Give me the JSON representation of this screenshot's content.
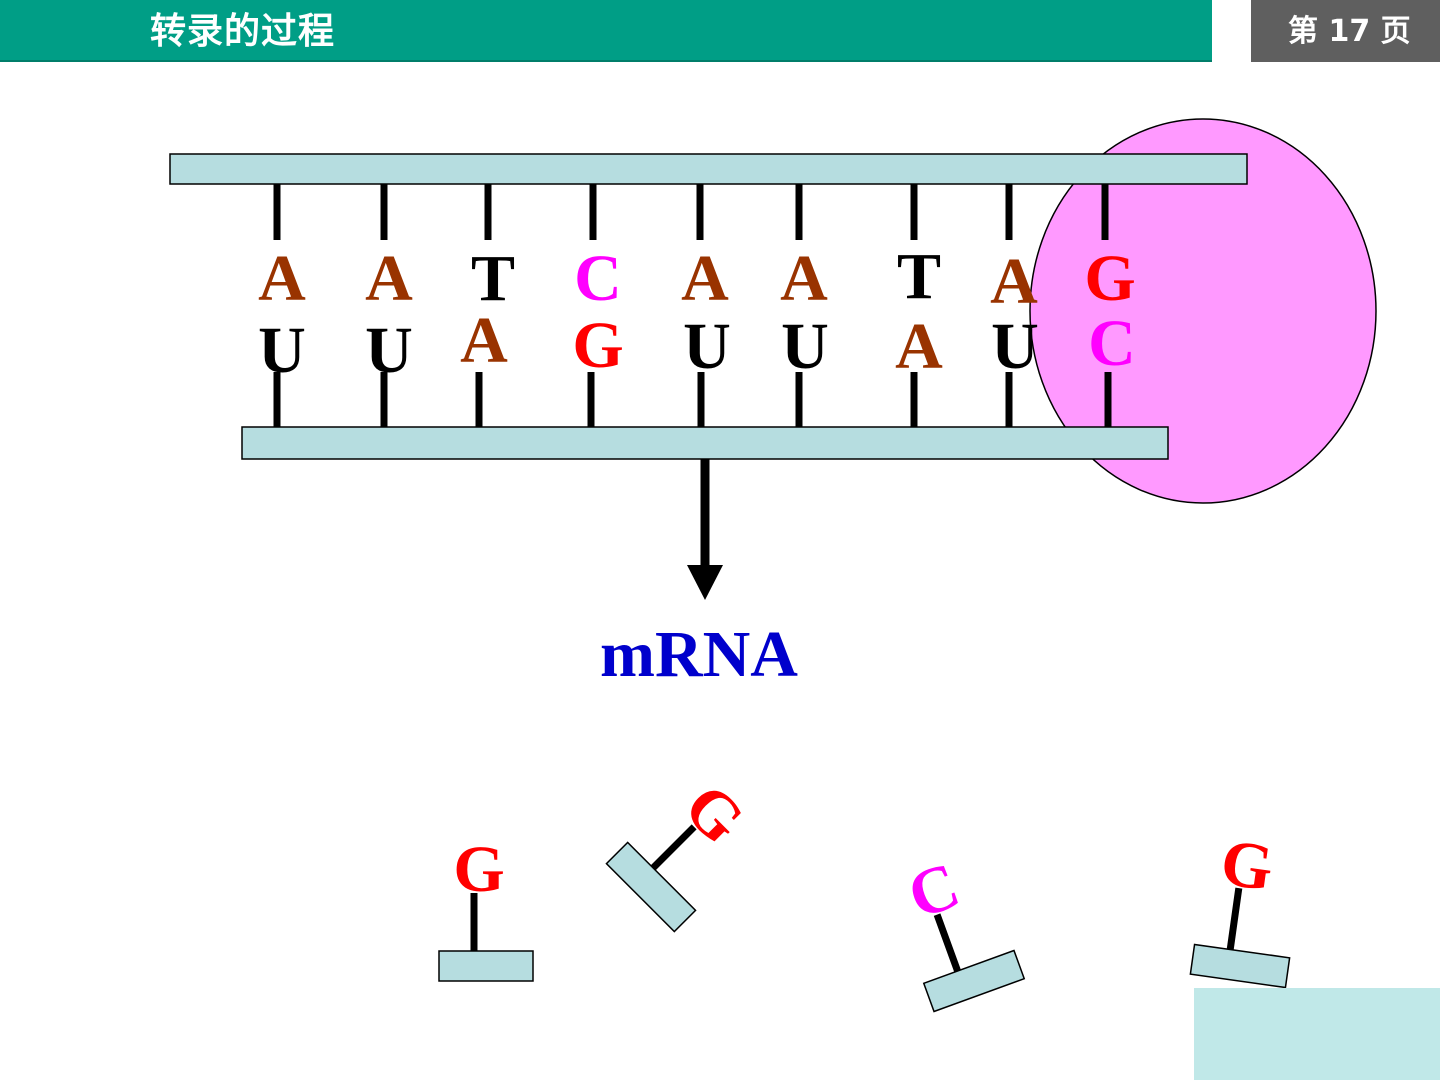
{
  "header": {
    "title": "转录的过程",
    "page_number": "第 17 页"
  },
  "colors": {
    "header_bg": "#009e86",
    "page_box_bg": "#5f5f5f",
    "strand_fill": "#b6dde0",
    "enzyme_fill": "#ff99ff",
    "A": "#993300",
    "T": "#000000",
    "U": "#000000",
    "C": "#ff00ff",
    "G": "#ff0000",
    "label": "#0000cc"
  },
  "diagram": {
    "template_strand_bases": [
      "A",
      "A",
      "T",
      "C",
      "A",
      "A",
      "T",
      "A",
      "G"
    ],
    "rna_strand_bases": [
      "U",
      "U",
      "A",
      "G",
      "U",
      "U",
      "A",
      "U",
      "C"
    ],
    "product_label": "mRNA",
    "free_nucleotides": [
      {
        "base": "G"
      },
      {
        "base": "G"
      },
      {
        "base": "C"
      },
      {
        "base": "G"
      }
    ]
  }
}
